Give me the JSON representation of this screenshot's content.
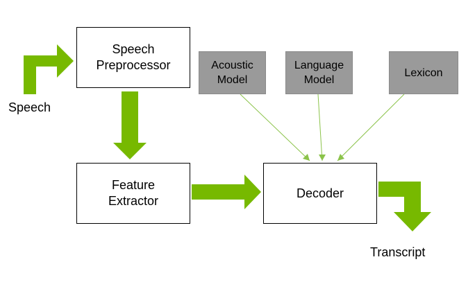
{
  "colors": {
    "arrow": "#77b900",
    "connector": "#8bc34a",
    "model_box": "#9a9a9a",
    "box_border": "#000000"
  },
  "input_label": "Speech",
  "output_label": "Transcript",
  "boxes": {
    "speech_preprocessor": "Speech\nPreprocessor",
    "feature_extractor": "Feature\nExtractor",
    "decoder": "Decoder"
  },
  "models": {
    "acoustic": "Acoustic\nModel",
    "language": "Language\nModel",
    "lexicon": "Lexicon"
  }
}
